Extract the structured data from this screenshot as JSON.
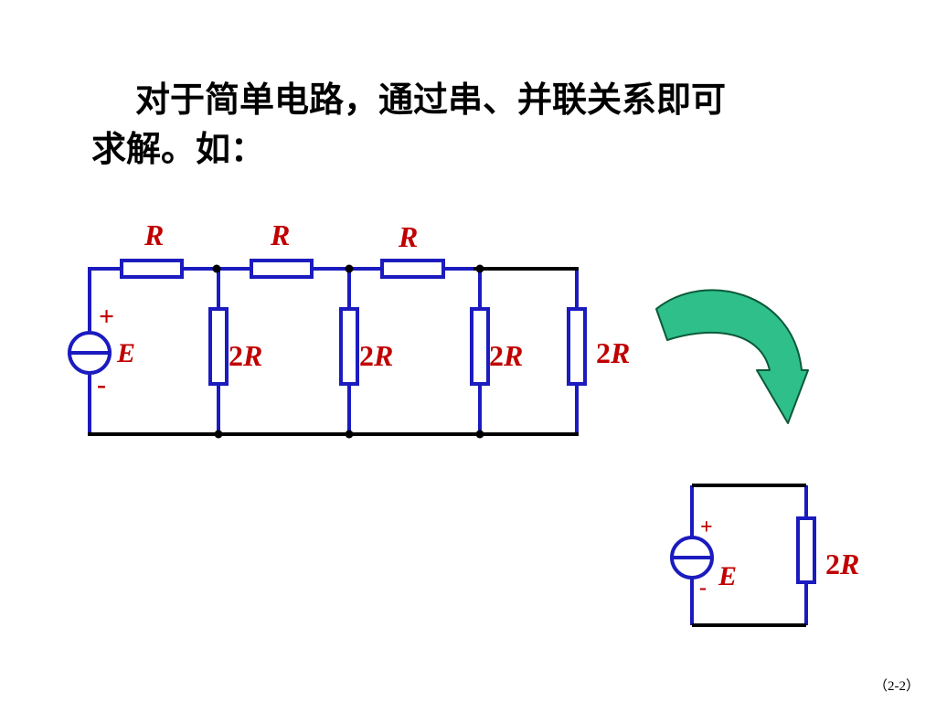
{
  "text": {
    "line1": "对于简单电路，通过串、并联关系即可",
    "line2": "求解。如："
  },
  "circuit_main": {
    "series_resistors": [
      "R",
      "R",
      "R"
    ],
    "shunt_prefix": "2",
    "shunt_symbol": "R",
    "source_label": "E",
    "plus": "+",
    "minus": "-"
  },
  "circuit_equiv": {
    "resistor_prefix": "2",
    "resistor_symbol": "R",
    "source_label": "E",
    "plus": "+",
    "minus": "-"
  },
  "arrow": {
    "icon": "curved-arrow-icon",
    "fill": "#2fbf8a",
    "stroke": "#0b5a3a"
  },
  "colors": {
    "wire_blue": "#1b1bbf",
    "label_red": "#c00000",
    "wire_black": "#000000"
  },
  "page_number": "（2-2）"
}
